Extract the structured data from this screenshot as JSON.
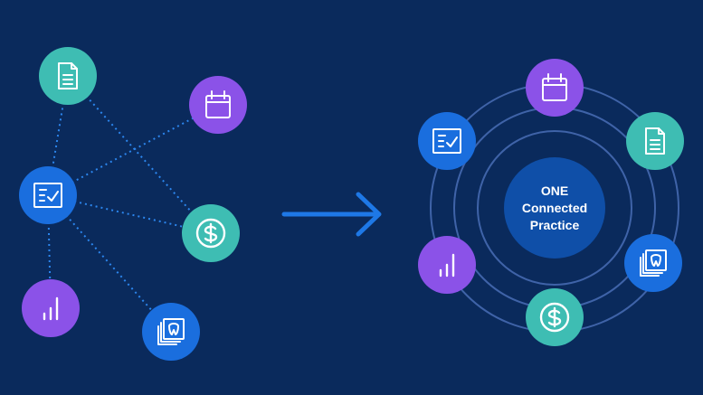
{
  "center": {
    "line1": "ONE",
    "line2": "Connected",
    "line3": "Practice"
  },
  "icons": {
    "document": "document-icon",
    "calendar": "calendar-icon",
    "checklist": "checklist-icon",
    "dollar": "dollar-icon",
    "bar_chart": "bar-chart-icon",
    "tooth_records": "tooth-records-icon"
  },
  "colors": {
    "background": "#0a2a5c",
    "teal": "#3ebdb3",
    "purple": "#8b52e8",
    "blue": "#1a6ede",
    "hub": "#0f4fa8",
    "ring": "#3f63a8",
    "arrow": "#1e78e6",
    "connector": "#2c86ee"
  }
}
